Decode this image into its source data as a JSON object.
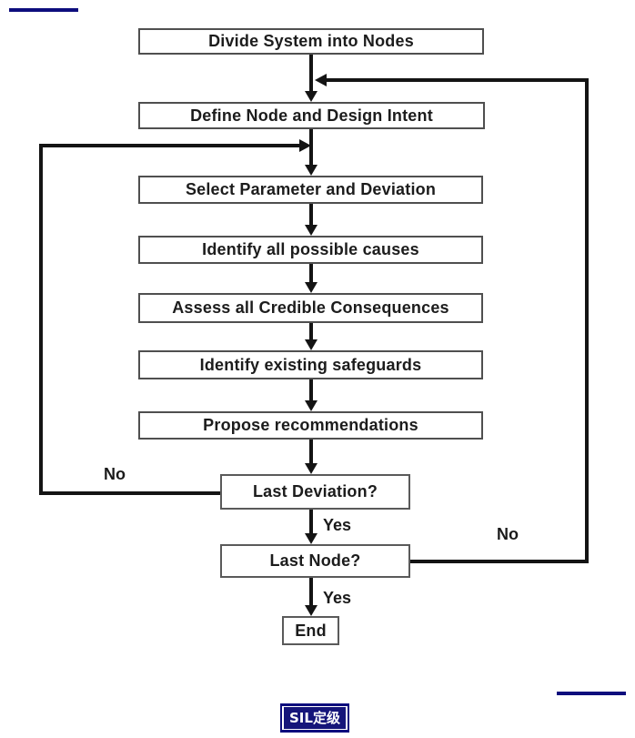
{
  "colors": {
    "navy_accent": "#0d0d7d",
    "flow_line": "#141414",
    "box_border": "#4f4f4f",
    "badge_background": "#15157a",
    "badge_text_color": "#ffffff"
  },
  "flowchart": {
    "boxes": [
      {
        "id": "divide-system",
        "label": "Divide System into Nodes"
      },
      {
        "id": "define-node",
        "label": "Define Node and Design Intent"
      },
      {
        "id": "select-parameter",
        "label": "Select Parameter and Deviation"
      },
      {
        "id": "identify-causes",
        "label": "Identify all possible causes"
      },
      {
        "id": "assess-consequences",
        "label": "Assess all Credible Consequences"
      },
      {
        "id": "identify-safeguards",
        "label": "Identify existing safeguards"
      },
      {
        "id": "propose-recommendations",
        "label": "Propose recommendations"
      },
      {
        "id": "last-deviation",
        "label": "Last Deviation?"
      },
      {
        "id": "last-node",
        "label": "Last Node?"
      },
      {
        "id": "end",
        "label": "End"
      }
    ],
    "edge_labels": {
      "no_left": "No",
      "yes_after_last_deviation": "Yes",
      "no_right": "No",
      "yes_after_last_node": "Yes"
    }
  },
  "badge": {
    "text": "SIL定级"
  }
}
